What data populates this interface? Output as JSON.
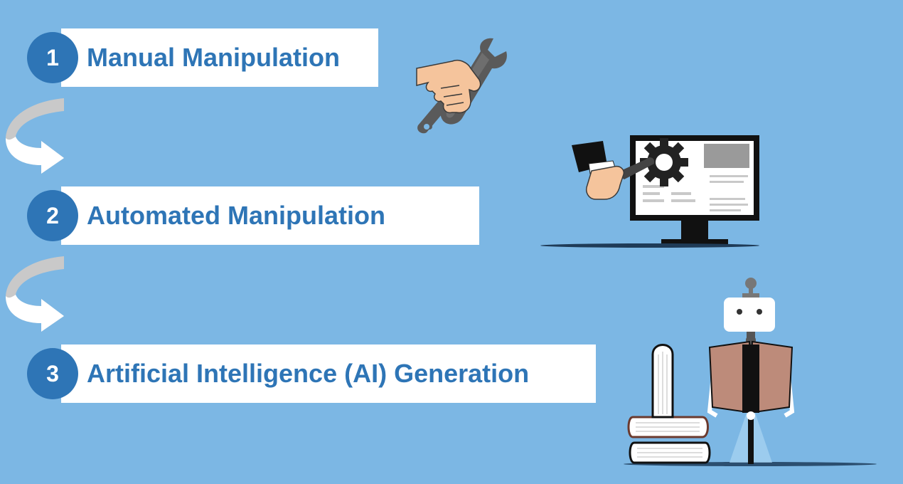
{
  "steps": [
    {
      "number": "1",
      "label": "Manual Manipulation",
      "icon": "hand-wrench-icon"
    },
    {
      "number": "2",
      "label": "Automated Manipulation",
      "icon": "computer-gear-icon"
    },
    {
      "number": "3",
      "label": "Artificial Intelligence (AI) Generation",
      "icon": "robot-reading-icon"
    }
  ],
  "colors": {
    "background": "#7cb7e4",
    "accent": "#2e75b6",
    "box": "#ffffff",
    "arrow": "#c9c9c9"
  }
}
